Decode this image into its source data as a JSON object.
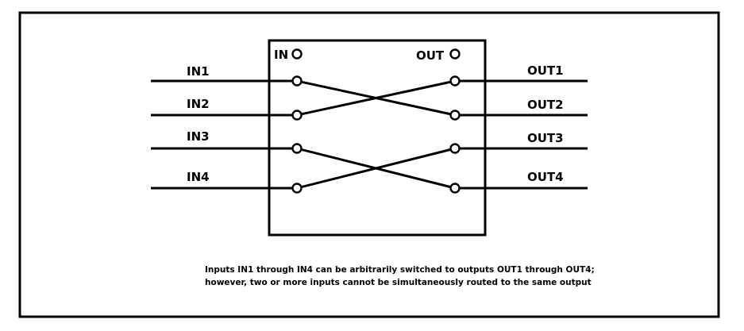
{
  "diagram": {
    "box": {
      "in_label": "IN",
      "out_label": "OUT"
    },
    "inputs": [
      "IN1",
      "IN2",
      "IN3",
      "IN4"
    ],
    "outputs": [
      "OUT1",
      "OUT2",
      "OUT3",
      "OUT4"
    ],
    "connections": [
      {
        "from": "IN1",
        "to": "OUT2"
      },
      {
        "from": "IN2",
        "to": "OUT1"
      },
      {
        "from": "IN3",
        "to": "OUT4"
      },
      {
        "from": "IN4",
        "to": "OUT3"
      }
    ],
    "caption": {
      "line1": "Inputs IN1 through IN4 can be arbitrarily switched to outputs OUT1 through OUT4;",
      "line2": "however, two or more inputs cannot be simultaneously routed to the same output"
    }
  }
}
